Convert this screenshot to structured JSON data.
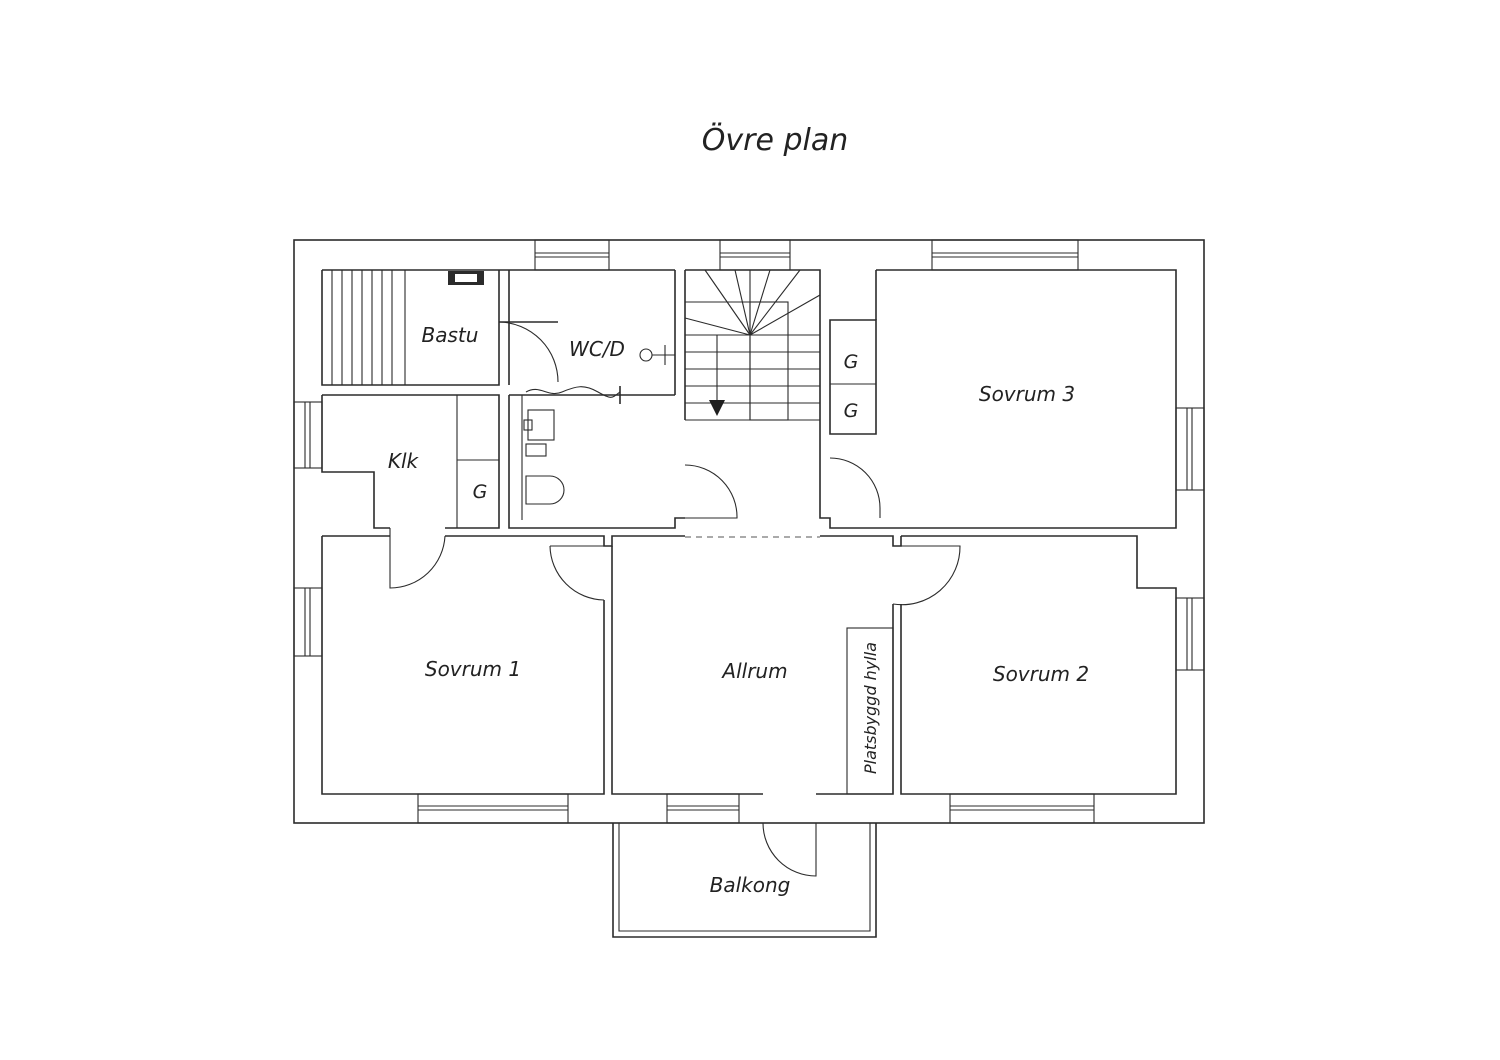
{
  "title": "Övre plan",
  "rooms": {
    "bastu": "Bastu",
    "wc_d": "WC/D",
    "klk": "Klk",
    "sovrum_1": "Sovrum 1",
    "sovrum_2": "Sovrum 2",
    "sovrum_3": "Sovrum 3",
    "allrum": "Allrum",
    "balkong": "Balkong",
    "platsbyggd_hylla": "Platsbyggd hylla"
  },
  "closet_labels": {
    "g1": "G",
    "g2": "G",
    "g3": "G"
  }
}
